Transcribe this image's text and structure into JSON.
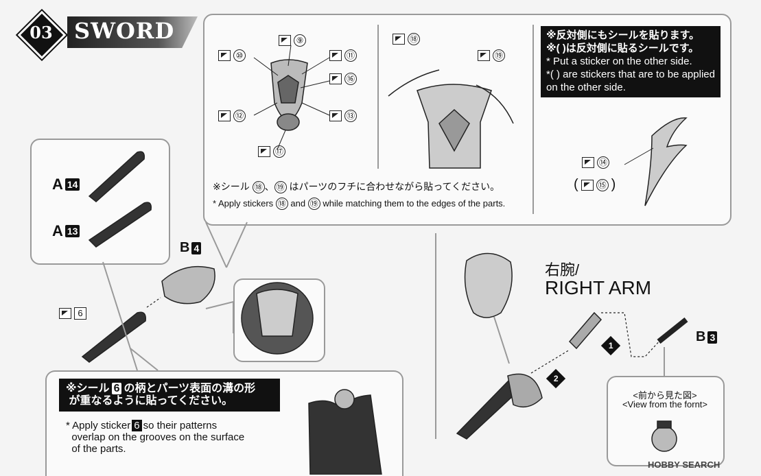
{
  "header": {
    "step": "03",
    "title": "SWORD"
  },
  "stickers_top": {
    "labels_guard": [
      "⑩",
      "⑨",
      "⑪",
      "⑯",
      "⑫",
      "⑬",
      "⑰"
    ],
    "labels_blade": [
      "⑱",
      "⑲"
    ],
    "note_jp_pre": "※シール",
    "note_jp_s1": "⑱",
    "note_jp_sep": "、",
    "note_jp_s2": "⑲",
    "note_jp_post": "はパーツのフチに合わせながら貼ってください。",
    "note_en_pre": "* Apply stickers",
    "note_en_s1": "⑱",
    "note_en_and": "and",
    "note_en_s2": "⑲",
    "note_en_post": "while matching them to the edges of the parts."
  },
  "other_side": {
    "jp1": "※反対側にもシールを貼ります。",
    "jp2": "※(  )は反対側に貼るシールです。",
    "en1": "* Put a sticker on the other side.",
    "en2": "*(  ) are stickers that are to be applied on the other side.",
    "label_front": "⑭",
    "label_back": "⑮",
    "paren_open": "(",
    "paren_close": ")"
  },
  "parts": {
    "a14_letter": "A",
    "a14_num": "14",
    "a13_letter": "A",
    "a13_num": "13",
    "b4_letter": "B",
    "b4_num": "4",
    "b3_letter": "B",
    "b3_num": "3",
    "sticker6": "6"
  },
  "warning": {
    "jp_pre": "※シール",
    "jp_num": "6",
    "jp_post1": "の柄とパーツ表面の溝の形",
    "jp_post2": "が重なるように貼ってください。",
    "en_pre": "* Apply sticker",
    "en_num": "6",
    "en_post1": "so their patterns",
    "en_post2": "overlap on the grooves on the surface",
    "en_post3": "of the parts."
  },
  "right_arm": {
    "jp": "右腕/",
    "en": "RIGHT ARM",
    "step1": "1",
    "step2": "2",
    "front_jp": "<前から見た図>",
    "front_en": "<View from the fornt>"
  },
  "watermark": "HOBBY SEARCH"
}
